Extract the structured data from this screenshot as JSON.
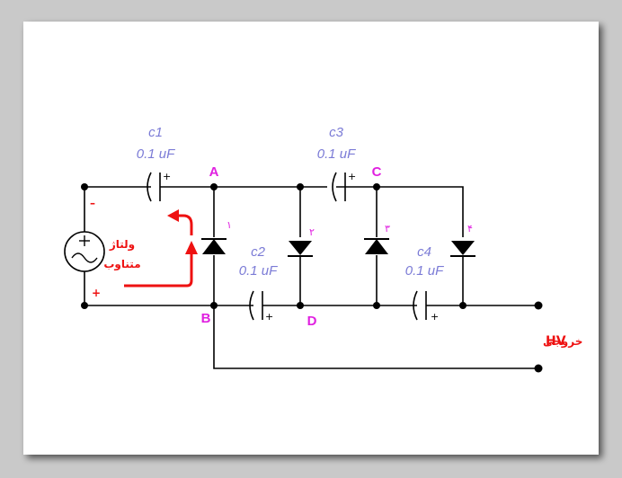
{
  "colors": {
    "wire": "#000000",
    "component_label": "#7b7bd6",
    "node_label": "#e020e0",
    "number_label": "#e020e0",
    "arrow": "#ee1111",
    "text_red": "#ee1111",
    "paper": "#ffffff"
  },
  "capacitors": [
    {
      "name": "c1",
      "value": "0.1 uF",
      "polarity": "+"
    },
    {
      "name": "c2",
      "value": "0.1 uF",
      "polarity": "+"
    },
    {
      "name": "c3",
      "value": "0.1 uF",
      "polarity": "+"
    },
    {
      "name": "c4",
      "value": "0.1 uF",
      "polarity": "+"
    }
  ],
  "nodes": {
    "a": "A",
    "b": "B",
    "c": "C",
    "d": "D"
  },
  "diodes": [
    "۱",
    "۲",
    "۳",
    "۴"
  ],
  "source": {
    "polarity_top": "–",
    "polarity_bottom": "+",
    "label_line1": "ولتاژ",
    "label_line2": "متناوب"
  },
  "output": {
    "label_hv": "HV",
    "label_text": "خروجی"
  }
}
